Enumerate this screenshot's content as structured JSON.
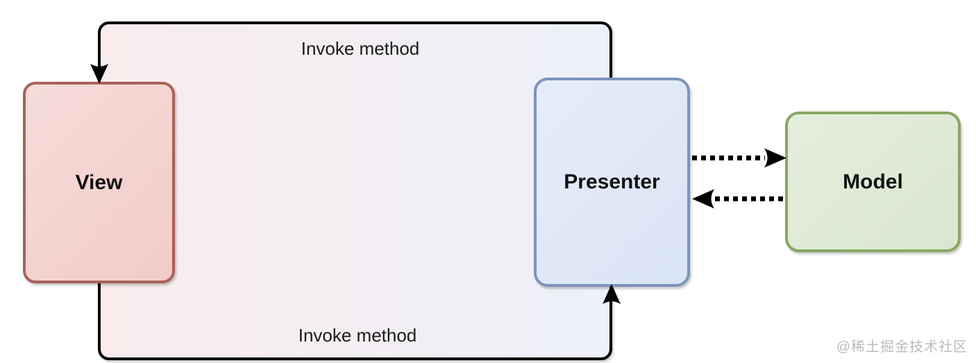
{
  "nodes": {
    "view": {
      "label": "View",
      "fill": "#f2cbc7",
      "border": "#a96159"
    },
    "presenter": {
      "label": "Presenter",
      "fill": "#d9e4f5",
      "border": "#7d93bd"
    },
    "model": {
      "label": "Model",
      "fill": "#dae6d0",
      "border": "#88a761"
    }
  },
  "edges": {
    "top": {
      "label": "Invoke method",
      "from": "presenter",
      "to": "view",
      "style": "solid"
    },
    "bottom": {
      "label": "Invoke method",
      "from": "view",
      "to": "presenter",
      "style": "solid"
    },
    "presenter_to_model": {
      "from": "presenter",
      "to": "model",
      "style": "dotted"
    },
    "model_to_presenter": {
      "from": "model",
      "to": "presenter",
      "style": "dotted"
    }
  },
  "watermark": {
    "text": "@稀土掘金技术社区",
    "color": "#bcbcbc"
  },
  "canvas": {
    "background": "#ffffff",
    "loop_fill_left": "#f8eced",
    "loop_fill_right": "#edf1f9",
    "line_color": "#000000"
  }
}
